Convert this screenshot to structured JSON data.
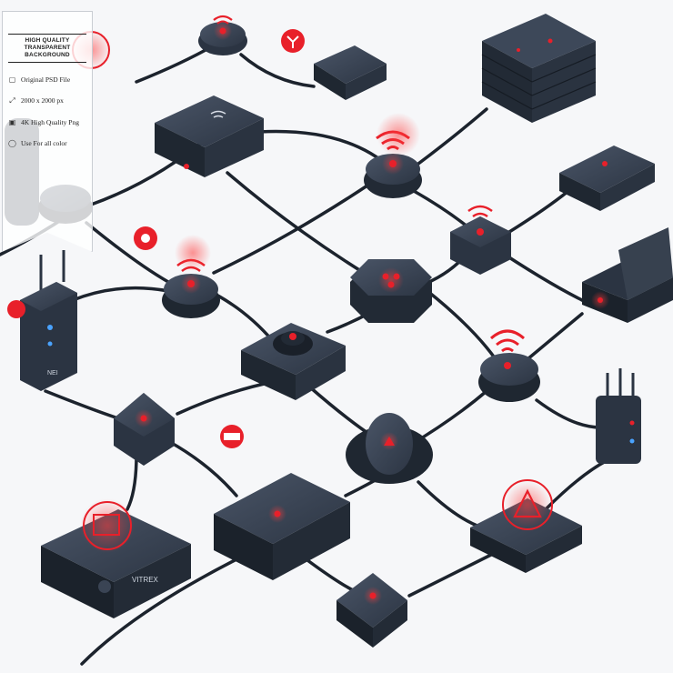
{
  "badge": {
    "title_line1": "HIGH QUALITY",
    "title_line2": "TRANSPARENT BACKGROUND",
    "features": [
      {
        "icon": "file-icon",
        "text": "Original PSD File"
      },
      {
        "icon": "resize-icon",
        "text": "2000 x 2000 px"
      },
      {
        "icon": "image-icon",
        "text": "4K High Quality Png"
      },
      {
        "icon": "palette-icon",
        "text": "Use For all color"
      }
    ]
  },
  "colors": {
    "background": "#f6f7f9",
    "device_body": "#2b3442",
    "device_top": "#3a4556",
    "cable": "#1c232d",
    "accent_red": "#e8202a"
  },
  "device_labels": {
    "router_left": "NEI",
    "hub_bottom_left": "VITREX"
  }
}
